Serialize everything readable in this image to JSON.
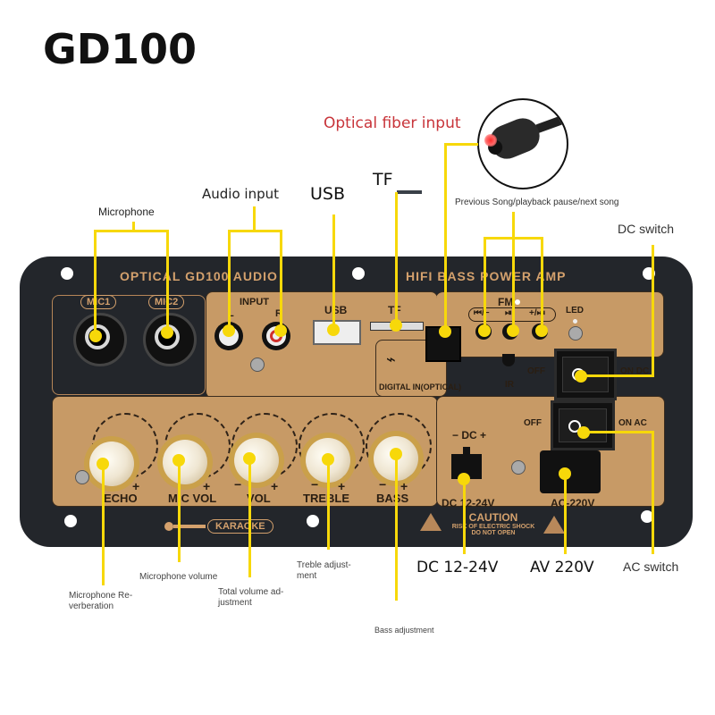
{
  "title": "GD100",
  "callouts": {
    "optical_fiber_input": "Optical fiber input",
    "microphone": "Microphone",
    "audio_input": "Audio input",
    "usb": "USB",
    "tf": "TF",
    "transport_buttons": "Previous Song/playback pause/next song",
    "dc_switch": "DC switch",
    "mic_reverb": [
      "Microphone Re-",
      "verberation"
    ],
    "mic_volume": "Microphone volume",
    "total_volume": [
      "Total volume ad-",
      "justment"
    ],
    "treble_adjust": [
      "Treble adjust-",
      "ment"
    ],
    "bass_adjust": "Bass adjustment",
    "dc_voltage": "DC 12-24V",
    "ac_voltage": "AV 220V",
    "ac_switch": "AC switch"
  },
  "panel": {
    "header_left": "OPTICAL  GD100  AUDIO",
    "header_right": "HIFI  BASS  POWER  AMP",
    "mic1": "MIC1",
    "mic2": "MIC2",
    "input_label": "INPUT",
    "input_l": "L",
    "input_r": "R",
    "usb_label": "USB",
    "tf_label": "TF",
    "digital_in": "DIGITAL IN(OPTICAL)",
    "fm_label": "FM",
    "transport_labels": [
      "⏮/−",
      "⏯",
      "+/⏭"
    ],
    "led_label": "LED",
    "ir_label": "IR",
    "off_label": "OFF",
    "on_dc": "ON DC",
    "on_ac": "ON AC",
    "dc_polarity": "− DC +",
    "dc_rating": "DC 12-24V",
    "ac_rating": "AC-220V",
    "knobs": [
      {
        "label": "ECHO",
        "minus": "−",
        "plus": "+"
      },
      {
        "label": "MIC VOL",
        "minus": "−",
        "plus": "+"
      },
      {
        "label": "VOL",
        "minus": "−",
        "plus": "+"
      },
      {
        "label": "TREBLE",
        "minus": "−",
        "plus": "+"
      },
      {
        "label": "BASS",
        "minus": "−",
        "plus": "+"
      }
    ],
    "karaoke": "KARAOKE",
    "caution_title": "CAUTION",
    "caution_line1": "RISK OF ELECTRIC SHOCK",
    "caution_line2": "DO NOT OPEN"
  },
  "colors": {
    "callout_line": "#f7d80a",
    "panel_body": "#23262b",
    "gold_plate": "#c79a66",
    "silkscreen": "#d4a16d",
    "optical_text": "#c8343a"
  }
}
